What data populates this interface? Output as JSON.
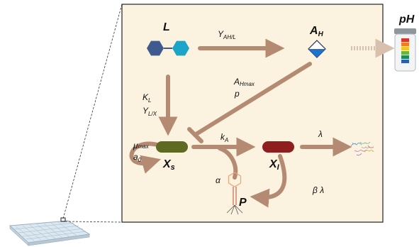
{
  "nodes": {
    "lactose": "L",
    "acid": "A",
    "acid_sub": "H",
    "ph": "pH",
    "susceptible": "X",
    "susceptible_sub": "s",
    "infected": "X",
    "infected_sub": "I",
    "phage": "P"
  },
  "params": {
    "yield_acid_main": "Y",
    "yield_acid_sub": "AH/L",
    "kl_main": "K",
    "kl_sub": "L",
    "ylx_main": "Y",
    "ylx_sub": "L/X",
    "ahmax_main": "A",
    "ahmax_sub": "Hmax",
    "p": "p",
    "mu_main": "μ",
    "mu_sub": "max",
    "a0_main": "a",
    "a0_sub": "0",
    "ka_main": "k",
    "ka_sub": "A",
    "lambda": "λ",
    "alpha": "α",
    "beta_lambda": "β λ"
  },
  "colors": {
    "panel_bg": "#fbf3df",
    "arrow": "#b48b72",
    "arrow_light": "#d8c0ae",
    "lactose": "#3f5a8f",
    "lactose_accent": "#1ba6c9",
    "susceptible": "#5d6a1f",
    "infected": "#8f1e1e",
    "acid": "#1e72c9",
    "phage": "#f0a27a"
  }
}
